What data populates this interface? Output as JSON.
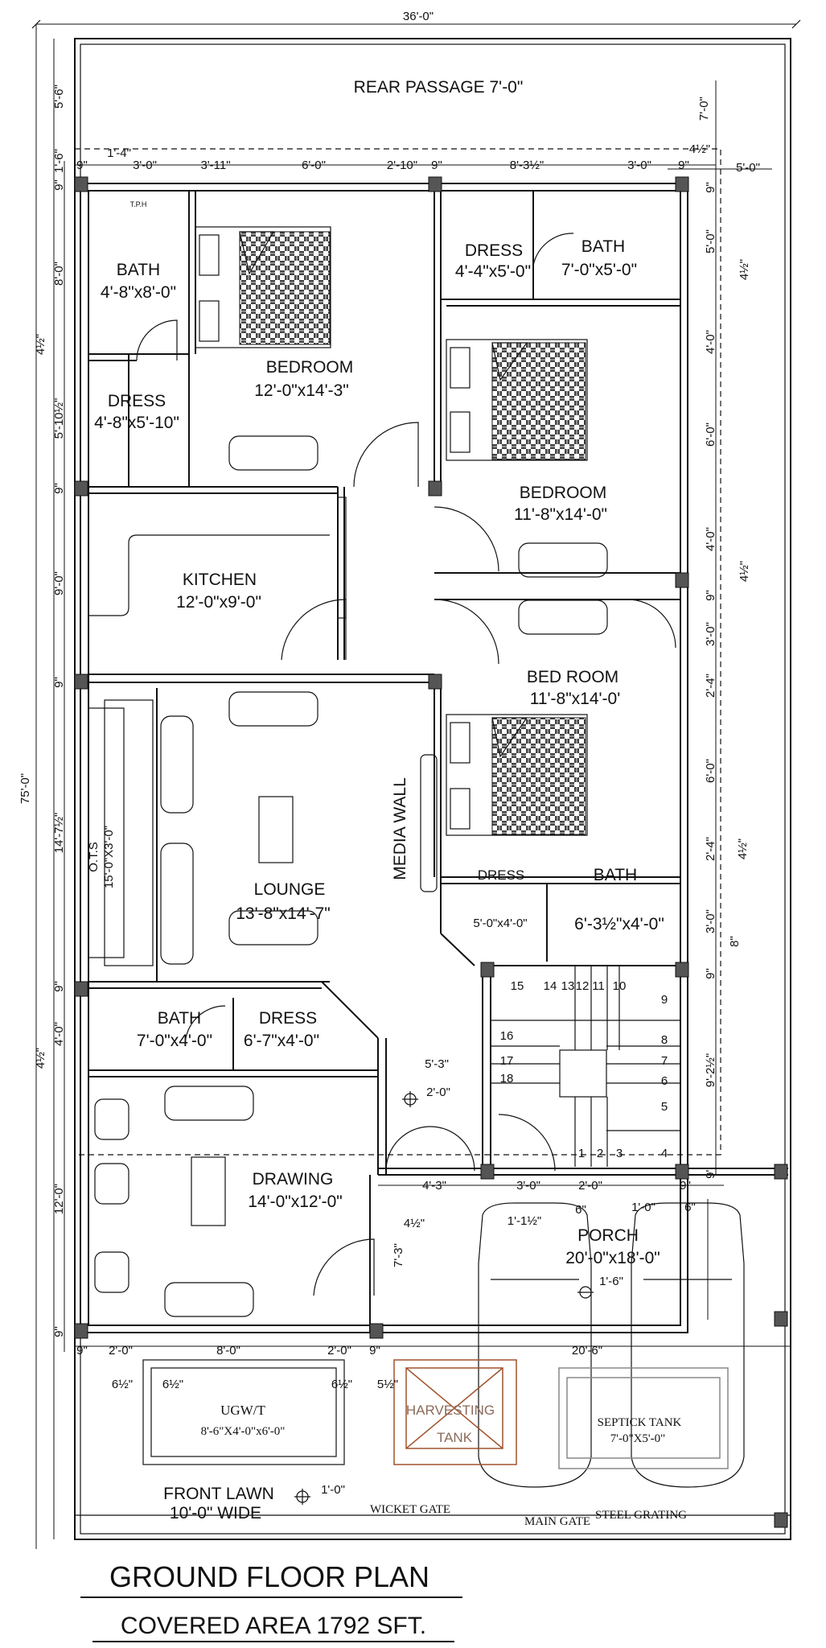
{
  "plan": {
    "title": "GROUND FLOOR PLAN",
    "subtitle": "COVERED AREA 1792 SFT."
  },
  "rooms": {
    "rear_passage": "REAR PASSAGE 7'-0\"",
    "bath1_name": "BATH",
    "bath1_size": "4'-8\"x8'-0\"",
    "dress1_name": "DRESS",
    "dress1_size": "4'-8\"x5'-10\"",
    "bedroom1_name": "BEDROOM",
    "bedroom1_size": "12'-0\"x14'-3\"",
    "dress2_name": "DRESS",
    "dress2_size": "4'-4\"x5'-0\"",
    "bath2_name": "BATH",
    "bath2_size": "7'-0\"x5'-0\"",
    "bedroom2_name": "BEDROOM",
    "bedroom2_size": "11'-8\"x14'-0\"",
    "kitchen_name": "KITCHEN",
    "kitchen_size": "12'-0\"x9'-0\"",
    "bedroom3_name": "BED ROOM",
    "bedroom3_size": "11'-8\"x14'-0'",
    "media_wall": "MEDIA WALL",
    "lounge_name": "LOUNGE",
    "lounge_size": "13'-8\"x14'-7\"",
    "ots_name": "O.T.S",
    "ots_size": "15'-0\"X3'-0\"",
    "dress3_name": "DRESS",
    "dress3_size": "5'-0\"x4'-0\"",
    "bath3_name": "BATH",
    "bath3_size": "6'-3½\"x4'-0\"",
    "bath4_name": "BATH",
    "bath4_size": "7'-0\"x4'-0\"",
    "dress4_name": "DRESS",
    "dress4_size": "6'-7\"x4'-0\"",
    "drawing_name": "DRAWING",
    "drawing_size": "14'-0\"x12'-0\"",
    "porch_name": "PORCH",
    "porch_size": "20'-0\"x18'-0\"",
    "ugwt_name": "UGW/T",
    "ugwt_size": "8'-6\"X4'-0\"x6'-0\"",
    "harvest1": "HARVESTING",
    "harvest2": "TANK",
    "septic_name": "SEPTICK TANK",
    "septic_size": "7'-0\"X5'-0\"",
    "lawn_name": "FRONT LAWN",
    "lawn_size": "10'-0\" WIDE",
    "wicket_gate": "WICKET GATE",
    "main_gate": "MAIN GATE",
    "steel_grating": "STEEL GRATING",
    "tph": "T.P.H"
  },
  "stairs": [
    "1",
    "2",
    "3",
    "4",
    "5",
    "6",
    "7",
    "8",
    "9",
    "10",
    "11",
    "12",
    "13",
    "14",
    "15",
    "16",
    "17",
    "18"
  ],
  "dims": {
    "overall_width": "36'-0\"",
    "overall_length": "75'-0\"",
    "rear_7": "7'-0\"",
    "right_5": "5'-0\"",
    "top_row": [
      "9\"",
      "1'-4\"",
      "3'-0\"",
      "3'-11\"",
      "6'-0\"",
      "2'-10\"",
      "9\"",
      "8'-3½\"",
      "3'-0\"",
      "9\"",
      "4½\""
    ],
    "left_col": [
      "5'-6\"",
      "9\"",
      "1'-6\"",
      "8'-0\"",
      "4½\"",
      "5'-10½\"",
      "9\"",
      "9'-0\"",
      "9\"",
      "14'-7½\"",
      "9\"",
      "4'-0\"",
      "4½\"",
      "12'-0\"",
      "9\"",
      "7'-3\""
    ],
    "right_col": [
      "9\"",
      "5'-0\"",
      "4½\"",
      "4'-0\"",
      "6'-0\"",
      "4'-0\"",
      "4½\"",
      "9\"",
      "3'-0\"",
      "2'-4\"",
      "6'-0\"",
      "2'-4\"",
      "4½\"",
      "3'-0\"",
      "8\"",
      "9\"",
      "9'-2½\"",
      "9\""
    ],
    "stair_5_3": "5'-3\"",
    "level_2": "2'-0\"",
    "porch_row": [
      "4'-3\"",
      "3'-0\"",
      "2'-0\"",
      "9\"",
      "6\"",
      "1'-0\"",
      "6\"",
      "1'-1½\"",
      "4½\"",
      "1'-6\""
    ],
    "bottom_row": [
      "9\"",
      "2'-0\"",
      "8'-0\"",
      "2'-0\"",
      "9\"",
      "20'-6\""
    ],
    "bottom_small": [
      "6½\"",
      "6½\"",
      "6½\"",
      "5½\""
    ],
    "lawn_level": "1'-0\""
  },
  "colors": {
    "ink": "#111111",
    "tank_outline": "#a0522d",
    "septic_outline": "#888888",
    "column_fill": "#555555"
  }
}
